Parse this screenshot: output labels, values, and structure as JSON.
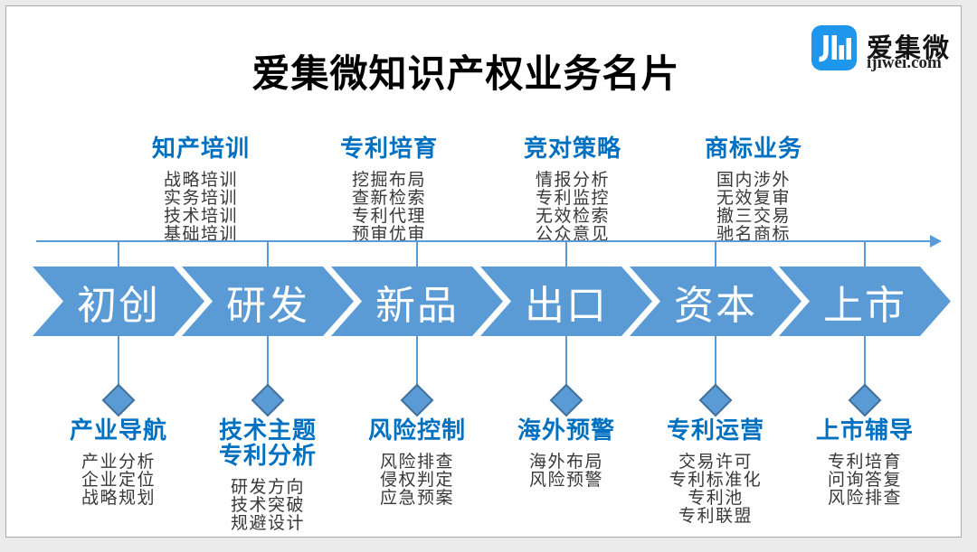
{
  "title": "爱集微知识产权业务名片",
  "logo": {
    "icon": "jiwei-bars-logo",
    "brand": "爱集微",
    "domain": "ijiwei.com",
    "accent_color": "#1e96ec"
  },
  "colors": {
    "chevron_blue": "#5b9bd5",
    "heading_blue": "#0070c0",
    "diamond_border": "#41719c",
    "body_text": "#383838"
  },
  "stages": [
    "初创",
    "研发",
    "新品",
    "出口",
    "资本",
    "上市"
  ],
  "top_services": [
    {
      "title": "知产培训",
      "items": [
        "战略培训",
        "实务培训",
        "技术培训",
        "基础培训"
      ]
    },
    {
      "title": "专利培育",
      "items": [
        "挖掘布局",
        "查新检索",
        "专利代理",
        "预审优审"
      ]
    },
    {
      "title": "竞对策略",
      "items": [
        "情报分析",
        "专利监控",
        "无效检索",
        "公众意见"
      ]
    },
    {
      "title": "商标业务",
      "items": [
        "国内涉外",
        "无效复审",
        "撤三交易",
        "驰名商标"
      ]
    }
  ],
  "bottom_services": [
    {
      "title": "产业导航",
      "items": [
        "产业分析",
        "企业定位",
        "战略规划"
      ]
    },
    {
      "title": "技术主题",
      "title2": "专利分析",
      "items": [
        "研发方向",
        "技术突破",
        "规避设计"
      ]
    },
    {
      "title": "风险控制",
      "items": [
        "风险排查",
        "侵权判定",
        "应急预案"
      ]
    },
    {
      "title": "海外预警",
      "items": [
        "海外布局",
        "风险预警"
      ]
    },
    {
      "title": "专利运营",
      "items": [
        "交易许可",
        "专利标准化",
        "专利池",
        "专利联盟"
      ]
    },
    {
      "title": "上市辅导",
      "items": [
        "专利培育",
        "问询答复",
        "风险排查"
      ]
    }
  ]
}
